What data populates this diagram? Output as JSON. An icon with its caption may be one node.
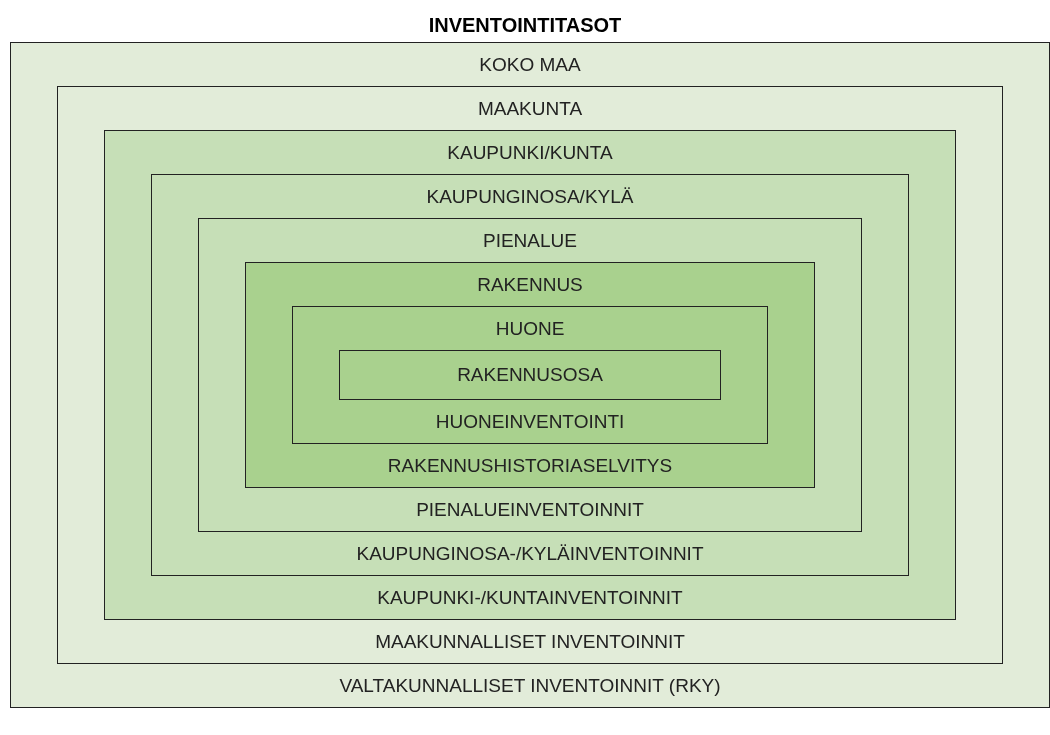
{
  "diagram": {
    "title": "INVENTOINTITASOT",
    "nodes": [
      {
        "text": [
          "KOKO MAA",
          "VALTAKUNNALLISET INVENTOINNIT (RKY)"
        ]
      },
      {
        "text": [
          "MAAKUNTA",
          "MAAKUNNALLISET INVENTOINNIT"
        ],
        "in": 0
      },
      {
        "text": [
          "KAUPUNKI/KUNTA",
          "KAUPUNKI-/KUNTAINVENTOINNIT"
        ],
        "in": 1
      },
      {
        "text": [
          "KAUPUNGINOSA/KYLÄ",
          "KAUPUNGINOSA-/KYLÄINVENTOINNIT"
        ],
        "in": 2
      },
      {
        "text": [
          "PIENALUE",
          "PIENALUEINVENTOINNIT"
        ],
        "in": 3
      },
      {
        "text": [
          "RAKENNUS",
          "RAKENNUSHISTORIASELVITYS"
        ],
        "in": 4
      },
      {
        "text": [
          "HUONE",
          "HUONEINVENTOINTI"
        ],
        "in": 5
      },
      {
        "text": [
          "RAKENNUSOSA"
        ],
        "in": 6
      }
    ]
  }
}
